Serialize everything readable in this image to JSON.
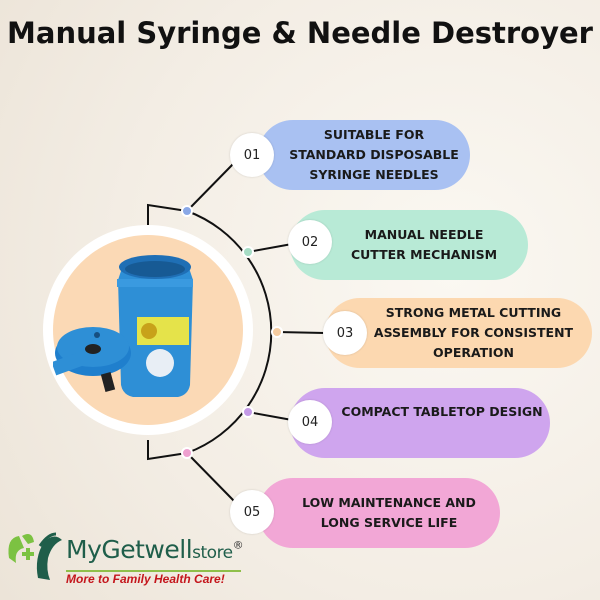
{
  "title": "Manual Syringe & Needle Destroyer",
  "features": [
    {
      "number": "01",
      "text": "SUITABLE FOR STANDARD DISPOSABLE SYRINGE NEEDLES",
      "color": "#a9c1f2"
    },
    {
      "number": "02",
      "text": "MANUAL NEEDLE CUTTER MECHANISM",
      "color": "#b8ead6"
    },
    {
      "number": "03",
      "text": "STRONG METAL CUTTING ASSEMBLY FOR CONSISTENT OPERATION",
      "color": "#fcd8b0"
    },
    {
      "number": "04",
      "text": "COMPACT TABLETOP DESIGN",
      "color": "#cfa5ee"
    },
    {
      "number": "05",
      "text": "LOW MAINTENANCE AND LONG SERVICE LIFE",
      "color": "#f2a7d6"
    }
  ],
  "logo": {
    "brand_main": "MyGetwell",
    "brand_suffix": "store",
    "registered": "®",
    "tagline": "More to Family Health Care!"
  },
  "product_color": "#2e8fd6"
}
